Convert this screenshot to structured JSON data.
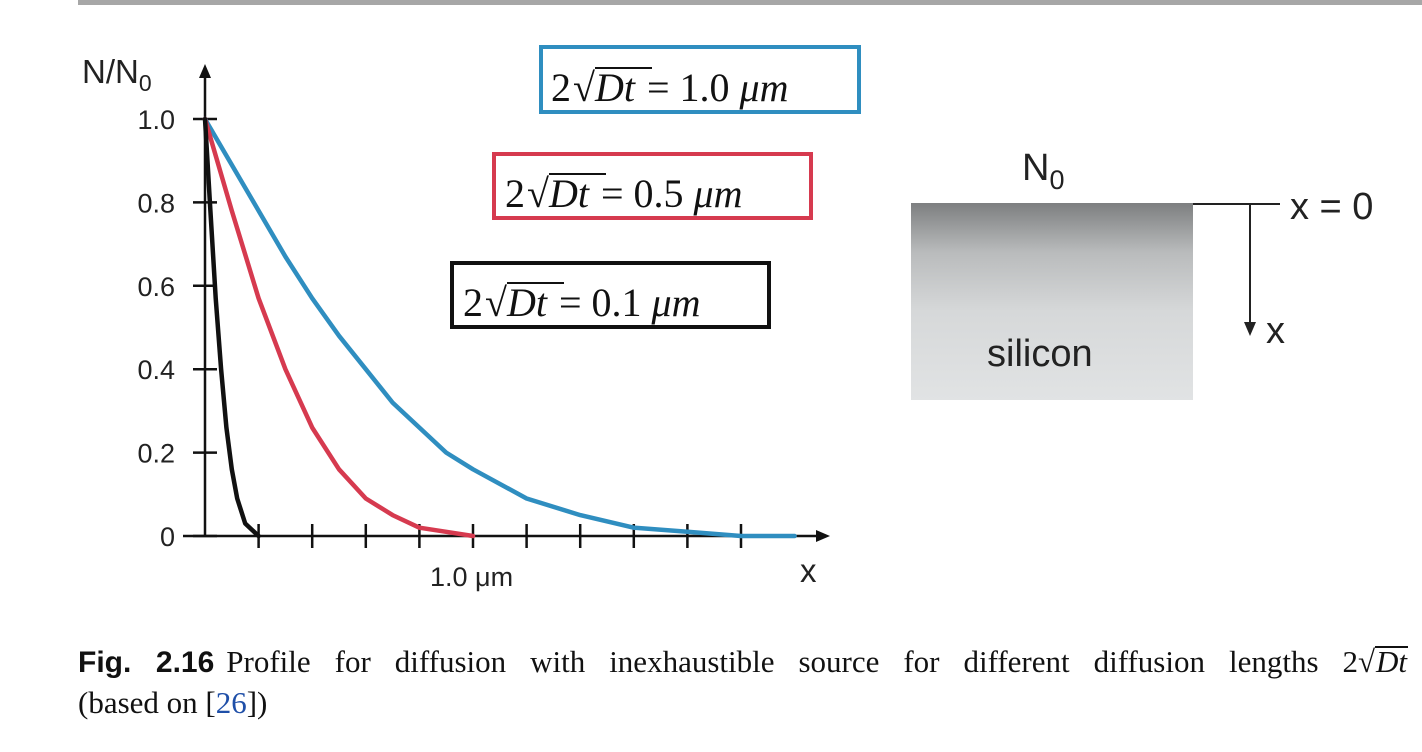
{
  "chart_data": {
    "type": "line",
    "ylabel": "N/N",
    "ylabel_sub": "0",
    "xlabel": "x",
    "y_ticks": [
      "1.0",
      "0.8",
      "0.6",
      "0.4",
      "0.2",
      "0"
    ],
    "x_tick_label": "1.0 μm",
    "ylim": [
      0,
      1
    ],
    "xlim_um": [
      0,
      2.2
    ],
    "grid": false,
    "series": [
      {
        "name": "2√Dt = 1.0 μm",
        "diffusion_length_um": 1.0,
        "color": "#2f8ec0",
        "x": [
          0,
          0.1,
          0.2,
          0.3,
          0.4,
          0.5,
          0.6,
          0.7,
          0.8,
          0.9,
          1.0,
          1.2,
          1.4,
          1.6,
          1.8,
          2.0,
          2.2
        ],
        "y": [
          1.0,
          0.89,
          0.78,
          0.67,
          0.57,
          0.48,
          0.4,
          0.32,
          0.26,
          0.2,
          0.16,
          0.09,
          0.05,
          0.02,
          0.01,
          0.0,
          0.0
        ]
      },
      {
        "name": "2√Dt = 0.5 μm",
        "diffusion_length_um": 0.5,
        "color": "#d63a4f",
        "x": [
          0,
          0.1,
          0.2,
          0.3,
          0.4,
          0.5,
          0.6,
          0.7,
          0.8,
          0.9,
          1.0
        ],
        "y": [
          1.0,
          0.78,
          0.57,
          0.4,
          0.26,
          0.16,
          0.09,
          0.05,
          0.02,
          0.01,
          0.0
        ]
      },
      {
        "name": "2√Dt = 0.1 μm",
        "diffusion_length_um": 0.1,
        "color": "#111111",
        "x": [
          0,
          0.02,
          0.04,
          0.06,
          0.08,
          0.1,
          0.12,
          0.15,
          0.2
        ],
        "y": [
          1.0,
          0.78,
          0.57,
          0.4,
          0.26,
          0.16,
          0.09,
          0.03,
          0.0
        ]
      }
    ],
    "legend_boxes": [
      {
        "prefix": "2",
        "radicand": "Dt",
        "value": "= 1.0",
        "unit": "μm",
        "color": "#2f8ec0"
      },
      {
        "prefix": "2",
        "radicand": "Dt",
        "value": "= 0.5",
        "unit": "μm",
        "color": "#d63a4f"
      },
      {
        "prefix": "2",
        "radicand": "Dt",
        "value": "= 0.1",
        "unit": "μm",
        "color": "#111111"
      }
    ]
  },
  "diagram": {
    "surface_label": "N",
    "surface_label_sub": "0",
    "x_zero_label": "x = 0",
    "x_axis_label": "x",
    "material_label": "silicon"
  },
  "caption": {
    "fig_number": "Fig. 2.16",
    "text": "Profile for diffusion with inexhaustible source for different diffusion lengths 2",
    "radicand": "Dt",
    "line2_open": "(based on [",
    "ref": "26",
    "line2_close": "])"
  }
}
